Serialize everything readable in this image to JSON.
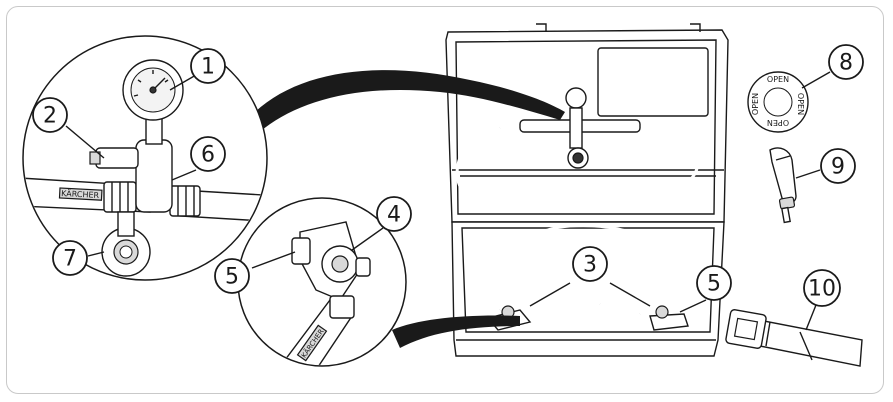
{
  "callouts": [
    {
      "id": "1",
      "label": "1"
    },
    {
      "id": "2",
      "label": "2"
    },
    {
      "id": "3",
      "label": "3"
    },
    {
      "id": "4",
      "label": "4"
    },
    {
      "id": "5a",
      "label": "5"
    },
    {
      "id": "5b",
      "label": "5"
    },
    {
      "id": "6",
      "label": "6"
    },
    {
      "id": "7",
      "label": "7"
    },
    {
      "id": "8",
      "label": "8"
    },
    {
      "id": "9",
      "label": "9"
    },
    {
      "id": "10",
      "label": "10"
    }
  ],
  "hose_brand": "KÄRCHER",
  "cap_text": "OPEN",
  "colors": {
    "line": "#1a1a1a",
    "fill": "#ffffff",
    "panel_border": "#c9c9c9",
    "shade": "#d9d9d9"
  }
}
